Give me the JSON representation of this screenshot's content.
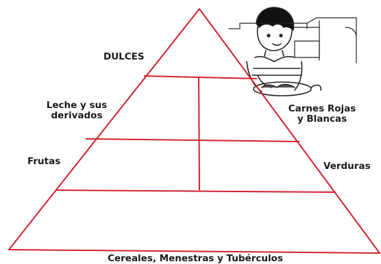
{
  "pyramid": {
    "line_color": "#d11f2a",
    "label_color": "#1a1a1a"
  },
  "labels": {
    "dulces": "DULCES",
    "leche_line1": "Leche y sus",
    "leche_line2": "derivados",
    "carnes_line1": "Carnes Rojas",
    "carnes_line2": "y Blancas",
    "frutas": "Frutas",
    "verduras": "Verduras",
    "base": "Cereales, Menestras y Tubérculos"
  },
  "illustration": {
    "icon": "child-eating-at-table-icon"
  }
}
